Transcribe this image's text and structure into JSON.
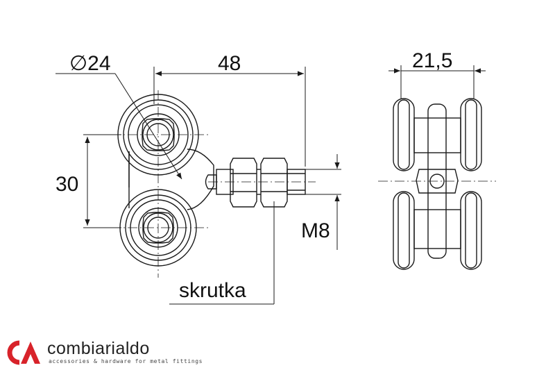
{
  "dimensions": {
    "diameter": "∅24",
    "length": "48",
    "width": "21,5",
    "spacing": "30",
    "thread": "M8"
  },
  "labels": {
    "part": "skrutka"
  },
  "brand": {
    "logo_letters": "CA",
    "name": "combiarialdo",
    "tagline": "accessories & hardware for metal fittings"
  },
  "colors": {
    "brand_red": "#d8232a",
    "line": "#1a1a1a"
  }
}
